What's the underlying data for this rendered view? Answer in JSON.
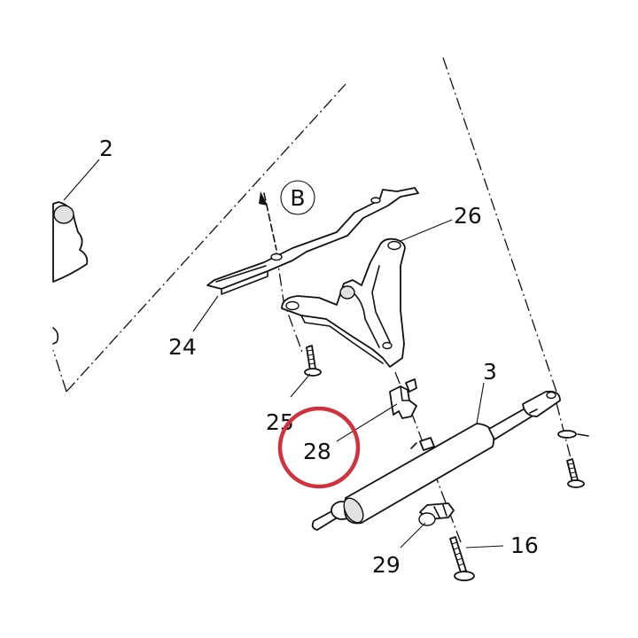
{
  "callouts": {
    "c2": "2",
    "c3": "3",
    "c16": "16",
    "c24": "24",
    "c25": "25",
    "c26": "26",
    "c28": "28",
    "c29": "29",
    "view_b": "B"
  },
  "colors": {
    "line": "#111111",
    "highlight": "#d0313d",
    "shade": "#e2e2e2"
  },
  "highlight": {
    "target": "28"
  }
}
